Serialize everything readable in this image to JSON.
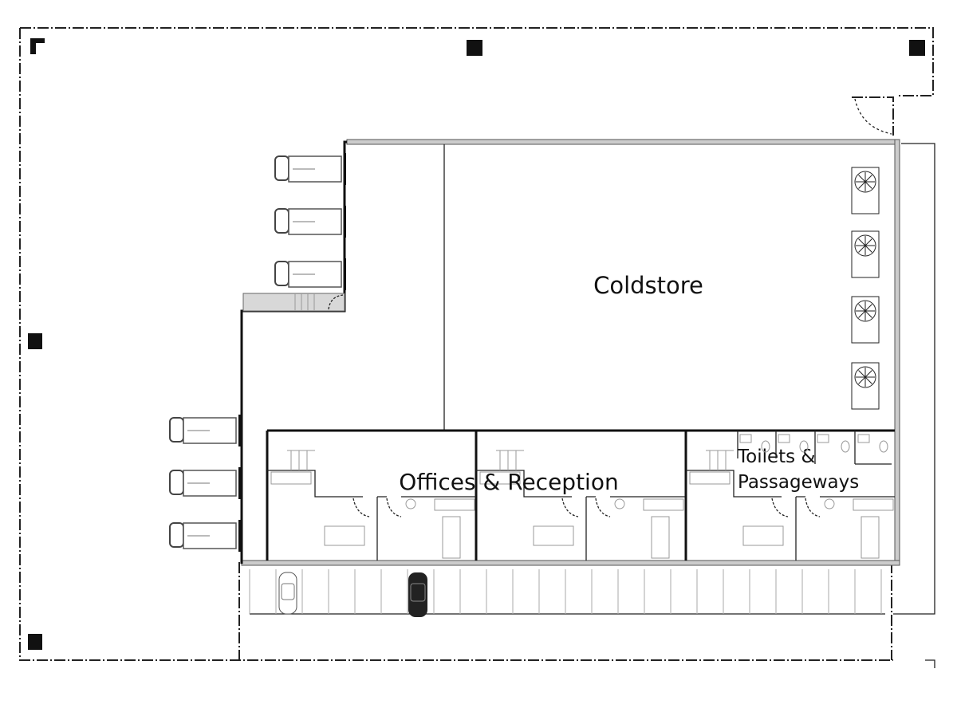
{
  "plan": {
    "rooms": {
      "coldstore": "Coldstore",
      "offices": "Offices & Reception",
      "toilets_line1": "Toilets &",
      "toilets_line2": "Passageways"
    },
    "colors": {
      "ink": "#111111",
      "fill_grey": "#cccccc",
      "dark_car": "#222222"
    }
  }
}
